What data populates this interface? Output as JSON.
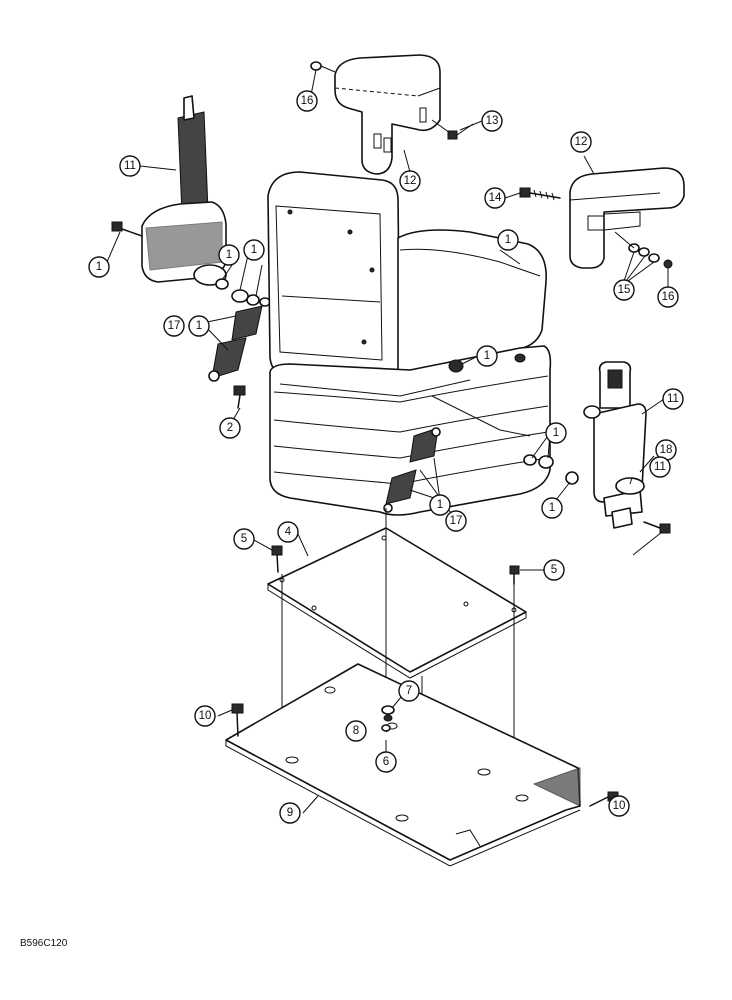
{
  "figure_code": "B596C120",
  "callouts": [
    {
      "id": "c16a",
      "label": "16"
    },
    {
      "id": "c13",
      "label": "13"
    },
    {
      "id": "c12a",
      "label": "12"
    },
    {
      "id": "c11a",
      "label": "11"
    },
    {
      "id": "c1a",
      "label": "1"
    },
    {
      "id": "c1b",
      "label": "1"
    },
    {
      "id": "c1c",
      "label": "1"
    },
    {
      "id": "c12b",
      "label": "12"
    },
    {
      "id": "c14",
      "label": "14"
    },
    {
      "id": "c15",
      "label": "15"
    },
    {
      "id": "c16b",
      "label": "16"
    },
    {
      "id": "c17a",
      "label": "17"
    },
    {
      "id": "c1d",
      "label": "1"
    },
    {
      "id": "c1e",
      "label": "1"
    },
    {
      "id": "c2",
      "label": "2"
    },
    {
      "id": "c11b",
      "label": "11"
    },
    {
      "id": "c1f",
      "label": "1"
    },
    {
      "id": "c1g",
      "label": "1"
    },
    {
      "id": "c18",
      "label": "18"
    },
    {
      "id": "c11c",
      "label": "11"
    },
    {
      "id": "c1h",
      "label": "1"
    },
    {
      "id": "c17b",
      "label": "17"
    },
    {
      "id": "c1i",
      "label": "1"
    },
    {
      "id": "c5a",
      "label": "5"
    },
    {
      "id": "c4",
      "label": "4"
    },
    {
      "id": "c5b",
      "label": "5"
    },
    {
      "id": "c7",
      "label": "7"
    },
    {
      "id": "c10a",
      "label": "10"
    },
    {
      "id": "c8",
      "label": "8"
    },
    {
      "id": "c6",
      "label": "6"
    },
    {
      "id": "c10b",
      "label": "10"
    },
    {
      "id": "c9",
      "label": "9"
    }
  ]
}
